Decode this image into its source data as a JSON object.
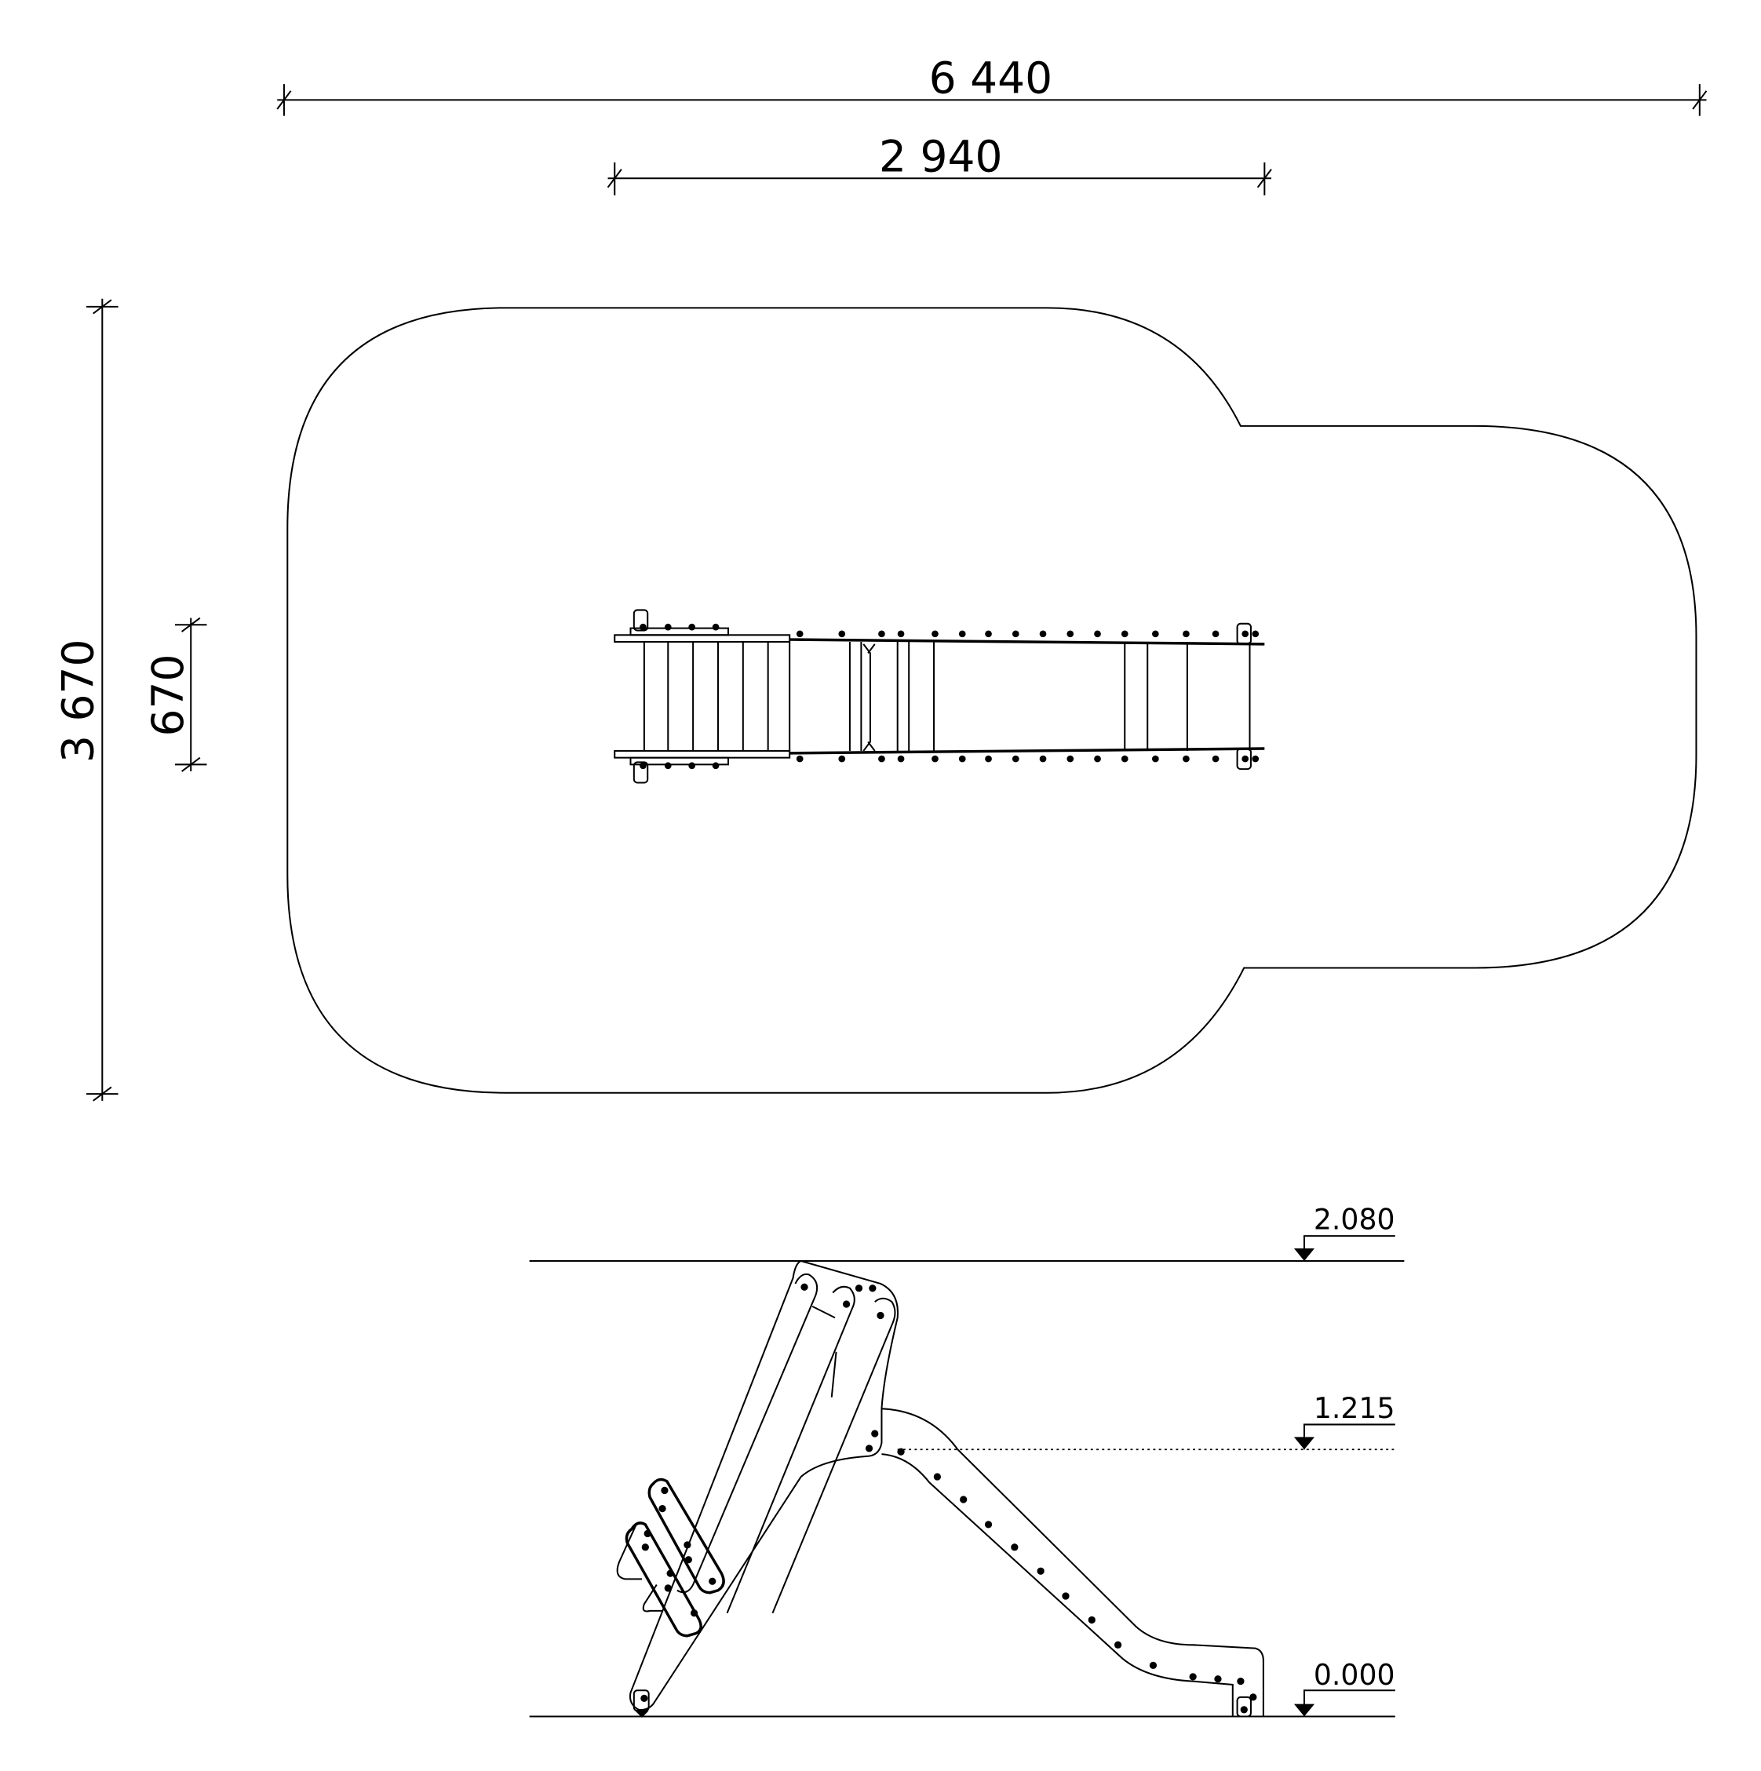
{
  "plan_view": {
    "dimensions": {
      "overall_length": "6 440",
      "equipment_length": "2 940",
      "overall_width": "3 670",
      "equipment_width": "670"
    }
  },
  "side_view": {
    "levels": {
      "top": "2.080",
      "platform": "1.215",
      "ground": "0.000"
    }
  }
}
